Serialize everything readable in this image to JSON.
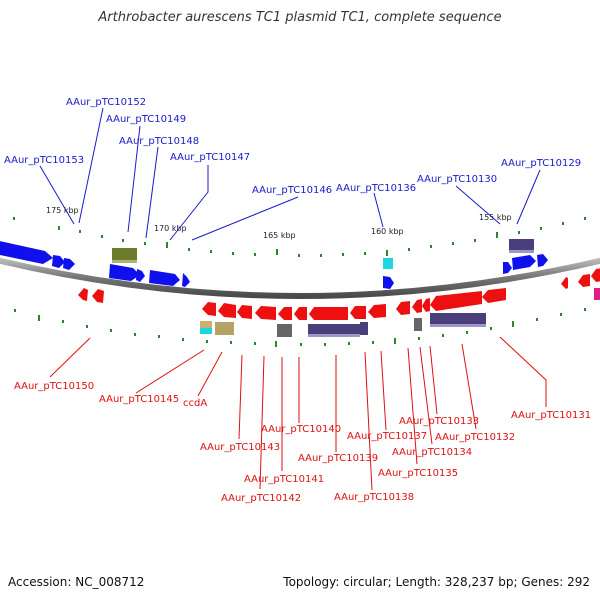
{
  "title": "Arthrobacter aurescens TC1 plasmid TC1, complete sequence",
  "accession": "Accession: NC_008712",
  "summary": "Topology: circular; Length: 328,237 bp; Genes: 292",
  "colors": {
    "forward_label": "#1a1acc",
    "reverse_label": "#dd1111",
    "forward_gene": "#1010ee",
    "reverse_gene": "#ee1010",
    "backbone": "#888888",
    "tick": "#2a8a2a"
  },
  "ticks": [
    "175 kbp",
    "170 kbp",
    "165 kbp",
    "160 kbp",
    "155 kbp"
  ],
  "forward_labels": [
    "AAur_pTC10153",
    "AAur_pTC10152",
    "AAur_pTC10149",
    "AAur_pTC10148",
    "AAur_pTC10147",
    "AAur_pTC10146",
    "AAur_pTC10136",
    "AAur_pTC10130",
    "AAur_pTC10129"
  ],
  "reverse_labels": [
    "AAur_pTC10150",
    "AAur_pTC10145",
    "ccdA",
    "AAur_pTC10143",
    "AAur_pTC10142",
    "AAur_pTC10141",
    "AAur_pTC10140",
    "AAur_pTC10139",
    "AAur_pTC10138",
    "AAur_pTC10137",
    "AAur_pTC10135",
    "AAur_pTC10134",
    "AAur_pTC10133",
    "AAur_pTC10132",
    "AAur_pTC10131"
  ]
}
